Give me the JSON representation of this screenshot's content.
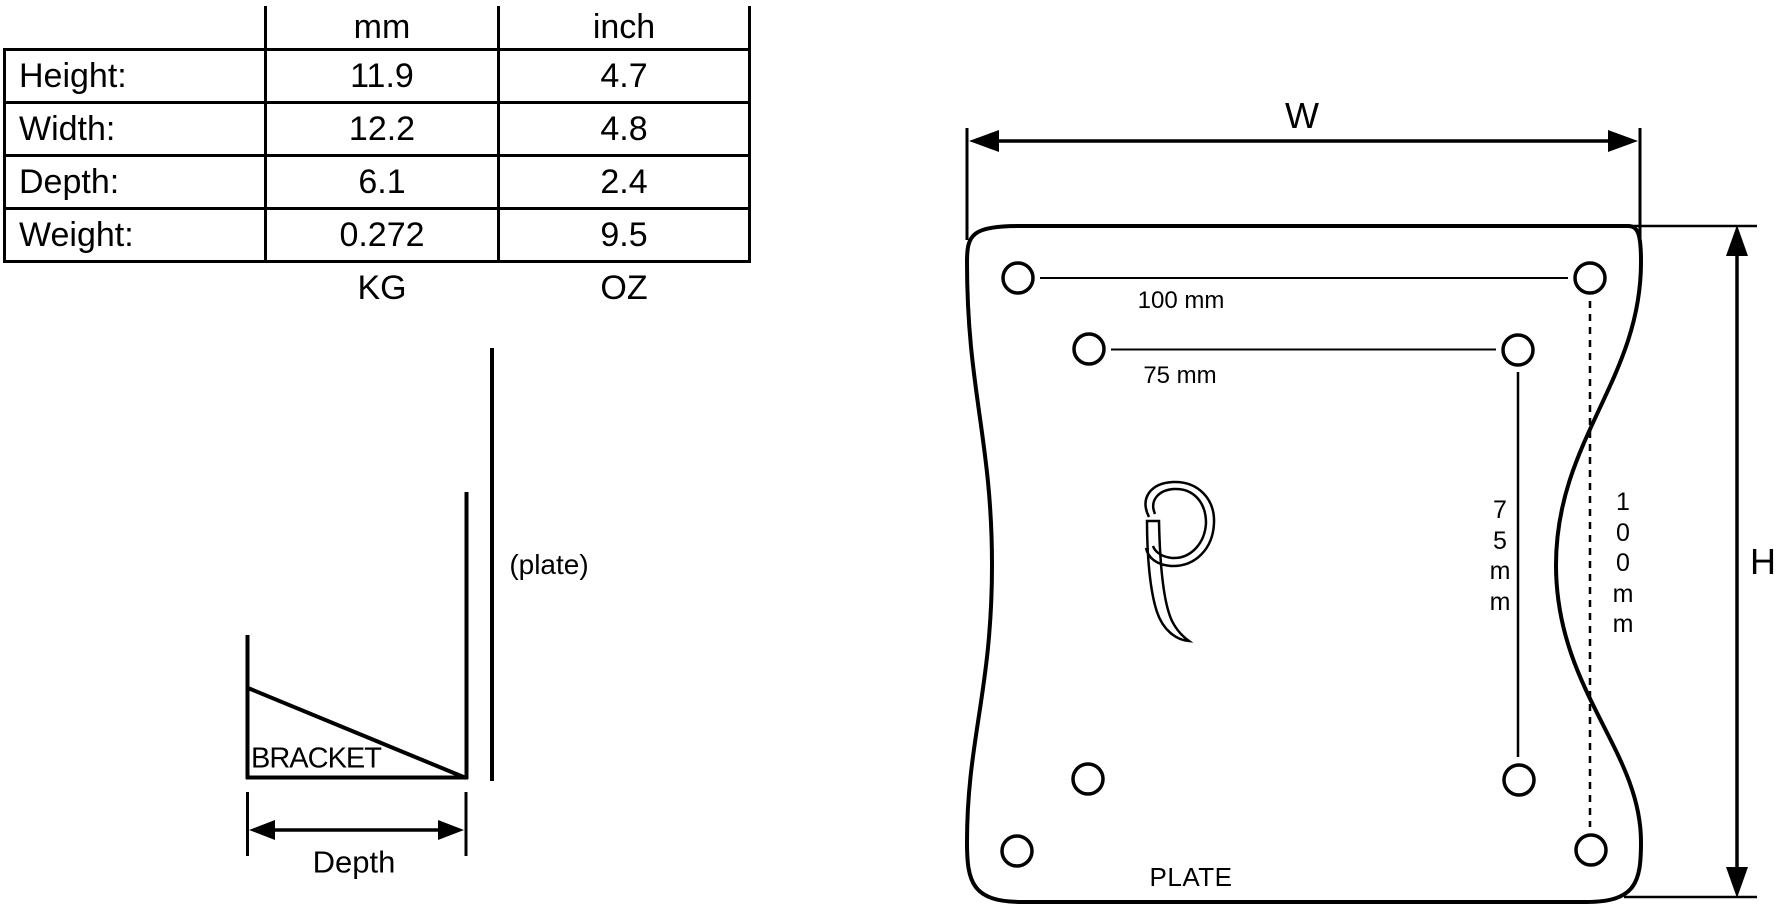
{
  "colors": {
    "ink": "#000000",
    "background": "#ffffff"
  },
  "spec_table": {
    "header": {
      "col_mm": "mm",
      "col_inch": "inch"
    },
    "rows": [
      {
        "label": "Height:",
        "mm": "11.9",
        "inch": "4.7"
      },
      {
        "label": "Width:",
        "mm": "12.2",
        "inch": "4.8"
      },
      {
        "label": "Depth:",
        "mm": "6.1",
        "inch": "2.4"
      },
      {
        "label": "Weight:",
        "mm": "0.272",
        "inch": "9.5"
      }
    ],
    "footer": {
      "mm_unit": "KG",
      "inch_unit": "OZ"
    }
  },
  "bracket_figure": {
    "bracket_label": "BRACKET",
    "plate_label": "(plate)",
    "depth_label": "Depth"
  },
  "plate_figure": {
    "width_label": "W",
    "height_label": "H",
    "outer_spacing_label": "100 mm",
    "inner_spacing_label": "75 mm",
    "inner_vertical_label": "7\n5\nm\nm",
    "outer_vertical_label": "1\n0\n0\nm\nm",
    "plate_label": "PLATE",
    "logo_icon": "p-logo"
  }
}
